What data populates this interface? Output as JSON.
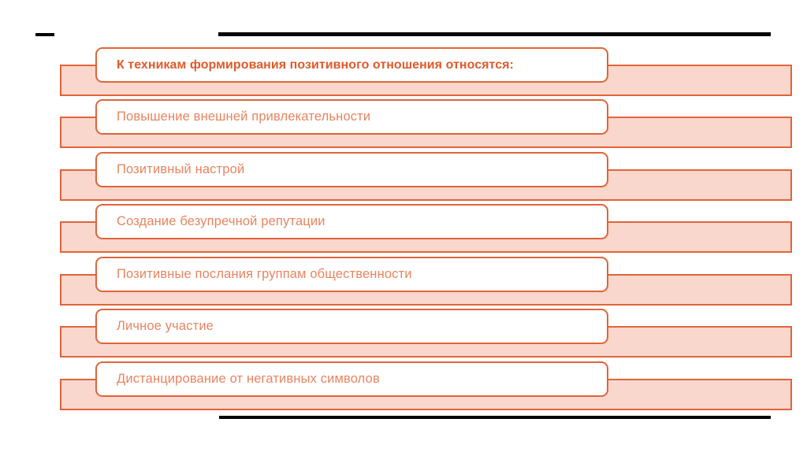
{
  "slide": {
    "background_color": "#ffffff",
    "accent_color": "#e0643a",
    "bar_fill_color": "#f9d7cc",
    "heading_text_color": "#e05a2b",
    "item_text_color": "#e8845f",
    "rule_color": "#000000"
  },
  "decor": {
    "dash_left": "",
    "rule_top": "",
    "rule_bottom": ""
  },
  "items": [
    {
      "label": "К техникам формирования позитивного отношения относятся:",
      "heading": true
    },
    {
      "label": "Повышение внешней привлекательности",
      "heading": false
    },
    {
      "label": "Позитивный настрой",
      "heading": false
    },
    {
      "label": "Создание безупречной репутации",
      "heading": false
    },
    {
      "label": "Позитивные послания группам общественности",
      "heading": false
    },
    {
      "label": "Личное участие",
      "heading": false
    },
    {
      "label": "Дистанцирование от негативных символов",
      "heading": false
    }
  ]
}
